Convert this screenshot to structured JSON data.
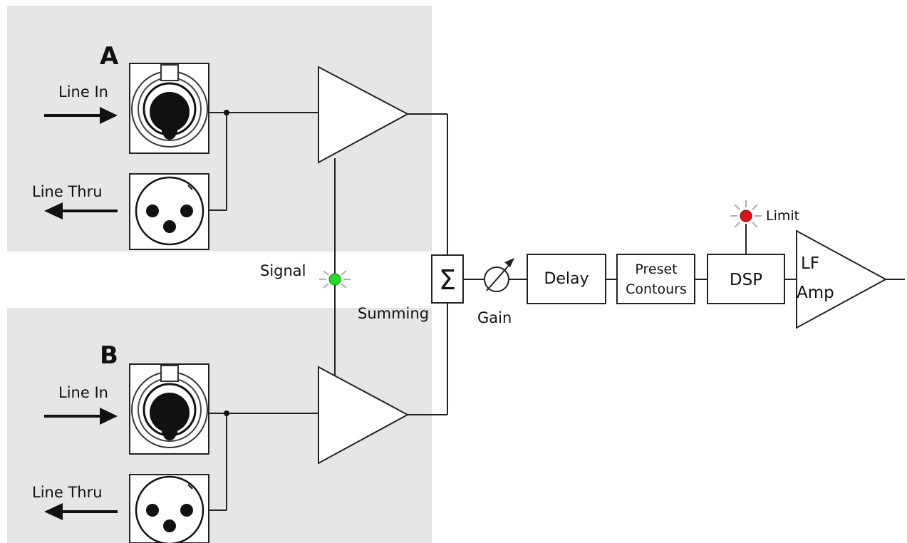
{
  "channels": [
    {
      "letter": "A",
      "line_in": "Line In",
      "line_thru": "Line Thru"
    },
    {
      "letter": "B",
      "line_in": "Line In",
      "line_thru": "Line Thru"
    }
  ],
  "signal_label": "Signal",
  "summing_symbol": "Σ",
  "summing_label": "Summing",
  "gain_label": "Gain",
  "delay_label": "Delay",
  "preset_line1": "Preset",
  "preset_line2": "Contours",
  "dsp_label": "DSP",
  "limit_label": "Limit",
  "amp_line1": "LF",
  "amp_line2": "Amp",
  "colors": {
    "panel": "#e6e6e6",
    "signal_led": "#22dd22",
    "limit_led": "#e01010"
  }
}
